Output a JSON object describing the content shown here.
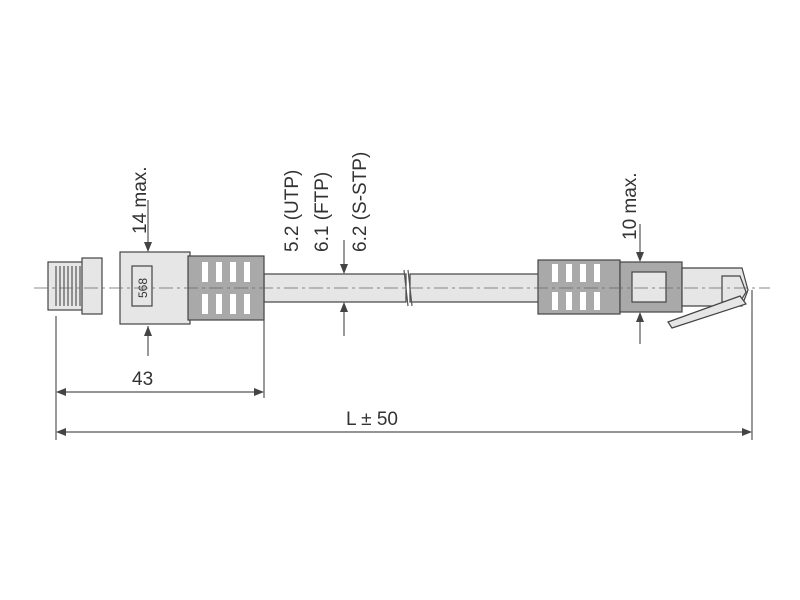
{
  "drawing": {
    "dimensions": {
      "boot_height_left": "14 max.",
      "boot_height_right": "10 max.",
      "cable_utp": "5.2 (UTP)",
      "cable_ftp": "6.1 (FTP)",
      "cable_sstp": "6.2 (S-STP)",
      "boot_length": "43",
      "total_length": "L ± 50"
    },
    "connector_label": "568"
  }
}
